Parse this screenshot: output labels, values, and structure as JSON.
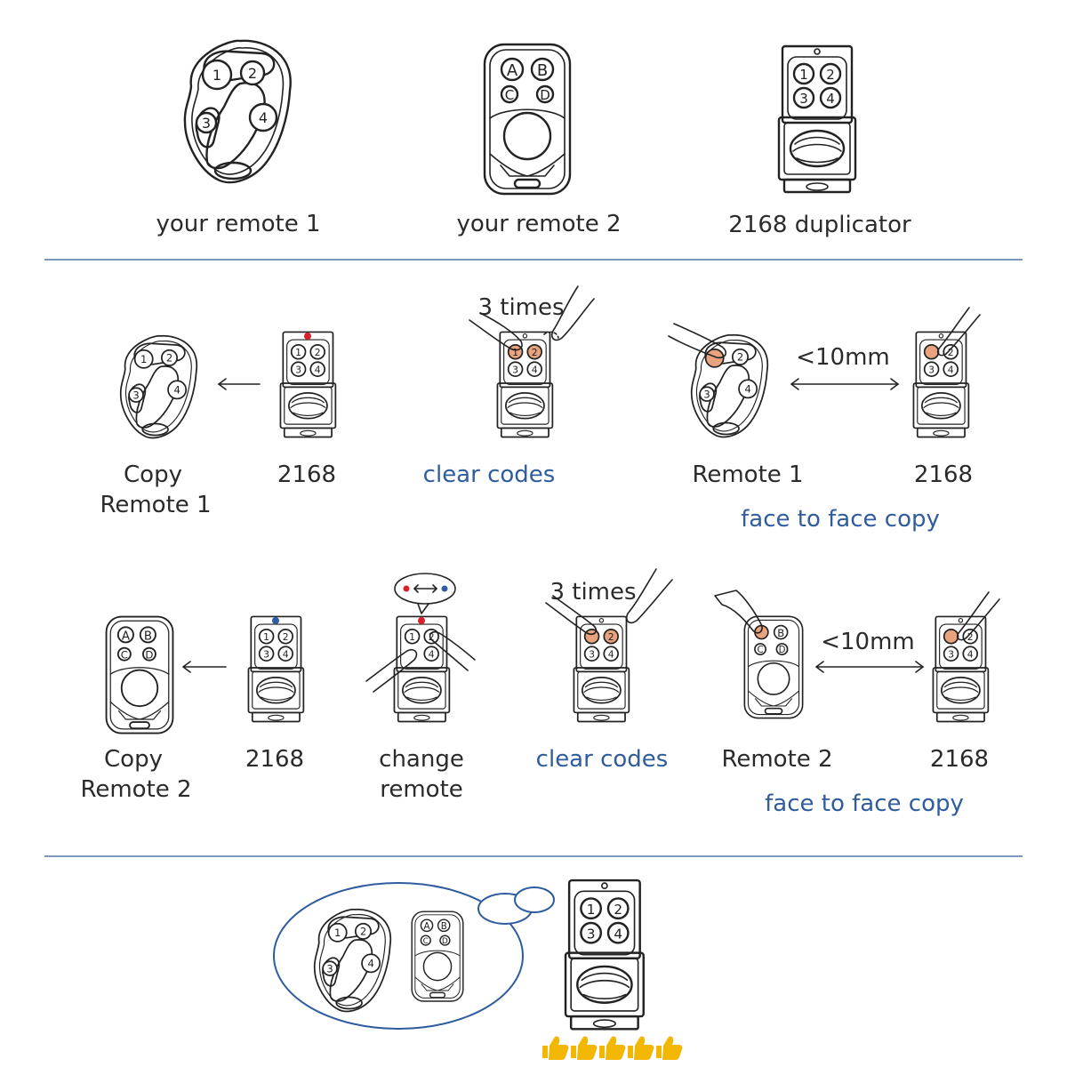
{
  "row1": {
    "remote1_label": "your remote 1",
    "remote2_label": "your remote 2",
    "duplicator_label": "2168 duplicator"
  },
  "remote1_buttons": [
    "1",
    "2",
    "3",
    "4"
  ],
  "remote2_buttons": [
    "A",
    "B",
    "C",
    "D"
  ],
  "duplicator_buttons": [
    "1",
    "2",
    "3",
    "4"
  ],
  "row2": {
    "copy_label_line1": "Copy",
    "copy_label_line2": "Remote 1",
    "model_label": "2168",
    "times_label": "3 times",
    "clear_label": "clear codes",
    "distance_label": "<10mm",
    "remote_label": "Remote 1",
    "model_label_2": "2168",
    "face_label": "face to face copy"
  },
  "row3": {
    "copy_label_line1": "Copy",
    "copy_label_line2": "Remote 2",
    "model_label": "2168",
    "change_label_line1": "change",
    "change_label_line2": "remote",
    "times_label": "3 times",
    "clear_label": "clear codes",
    "distance_label": "<10mm",
    "remote_label": "Remote 2",
    "model_label_2": "2168",
    "face_label": "face to face copy"
  },
  "colors": {
    "accent_blue": "#2f5c9e",
    "led_red": "#d9202a",
    "led_blue": "#2f5c9e",
    "press_highlight": "#e8a37e",
    "thumbs_yellow": "#f2b705"
  },
  "rating": {
    "count": 5,
    "icon": "thumbs-up-icon"
  }
}
